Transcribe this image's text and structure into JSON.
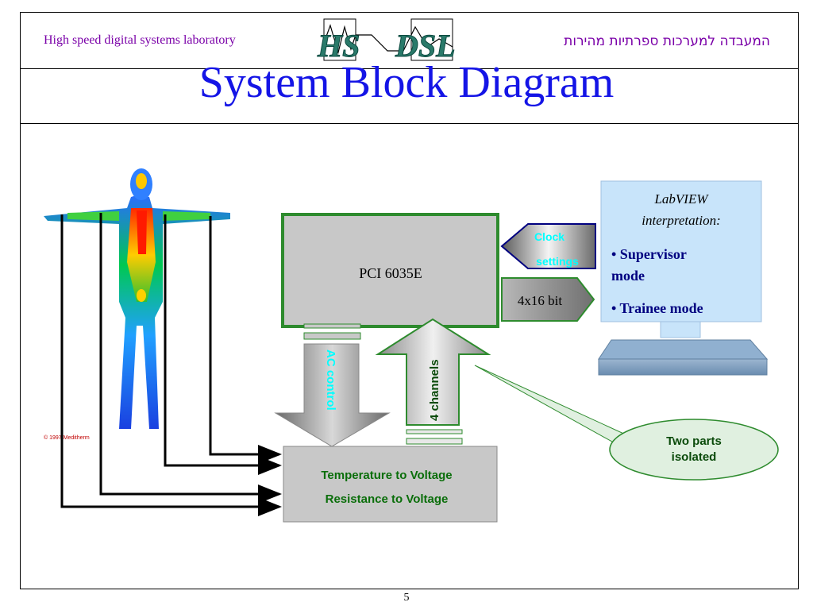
{
  "header": {
    "lab_name_en": "High speed digital systems laboratory",
    "lab_name_he": "המעבדה למערכות ספרתיות מהירות",
    "logo_text": "HS DSL"
  },
  "title": "System Block Diagram",
  "diagram": {
    "pci_label": "PCI 6035E",
    "clock_label_1": "Clock",
    "clock_label_2": "settings",
    "bus_label": "4x16 bit",
    "ac_control_label": "AC control",
    "channels_label": "4 channels",
    "converter_line_1": "Temperature  to Voltage",
    "converter_line_2": "Resistance to Voltage",
    "callout_line_1": "Two parts",
    "callout_line_2": "isolated",
    "labview_title_1": "LabVIEW",
    "labview_title_2": "interpretation:",
    "labview_item_1": "• Supervisor",
    "labview_item_1b": "mode",
    "labview_item_2": "• Trainee mode",
    "thermal_copyright": "© 1997 Meditherm"
  },
  "footer": {
    "page_number": "5"
  },
  "colors": {
    "title": "#1414e6",
    "lab_text": "#7a00a8",
    "pci_border": "#2e8b2e",
    "arrow_text_cyan": "#00ffff",
    "converter_text": "#0a6e0a",
    "labview_bg": "#c8e4fa"
  }
}
